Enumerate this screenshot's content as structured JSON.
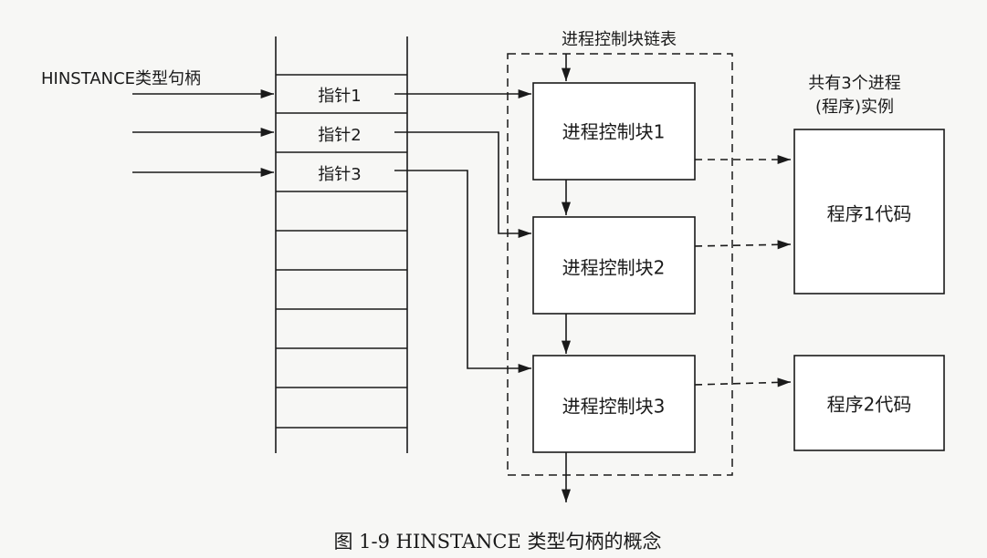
{
  "handle_label": "HINSTANCE类型句柄",
  "table": {
    "pointers": [
      "指针1",
      "指针2",
      "指针3"
    ]
  },
  "pcb_list": {
    "title": "进程控制块链表",
    "blocks": [
      "进程控制块1",
      "进程控制块2",
      "进程控制块3"
    ]
  },
  "instances": {
    "note_line1": "共有3个进程",
    "note_line2": "(程序)实例",
    "program1": "程序1代码",
    "program2": "程序2代码"
  },
  "caption": "图 1-9   HINSTANCE 类型句柄的概念"
}
